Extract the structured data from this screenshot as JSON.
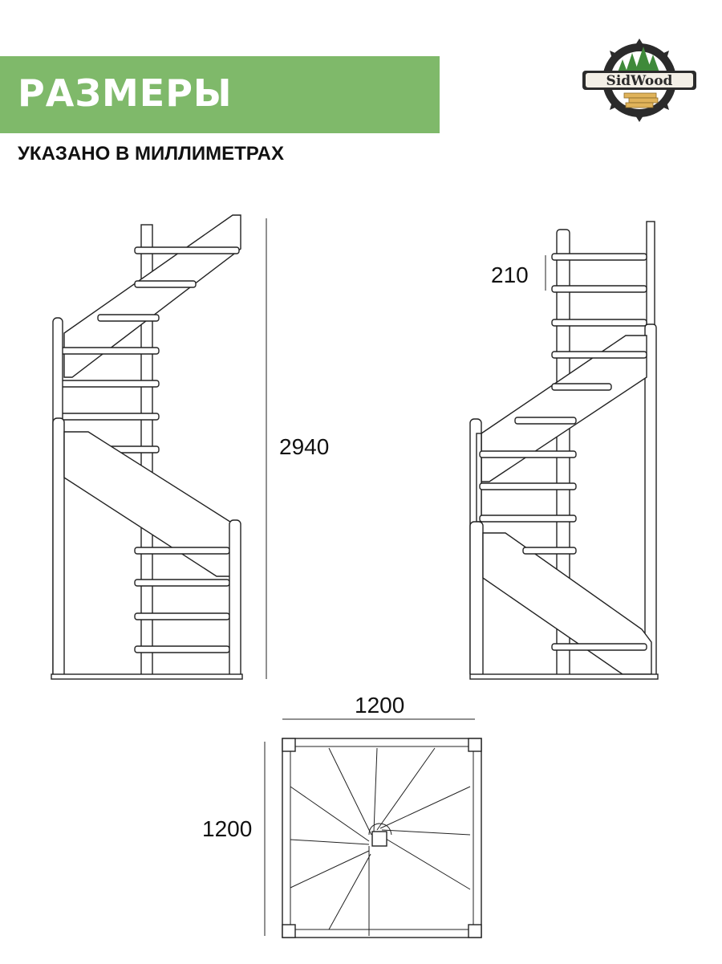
{
  "header": {
    "title": "РАЗМЕРЫ",
    "subtitle": "УКАЗАНО В МИЛЛИМЕТРАХ",
    "banner_color": "#7fb96a",
    "title_color": "#ffffff"
  },
  "logo": {
    "brand": "SidWood",
    "icon": "saw-blade-trees-logo"
  },
  "dimensions": {
    "height_total": "2940",
    "step_rise": "210",
    "plan_width": "1200",
    "plan_depth": "1200"
  }
}
